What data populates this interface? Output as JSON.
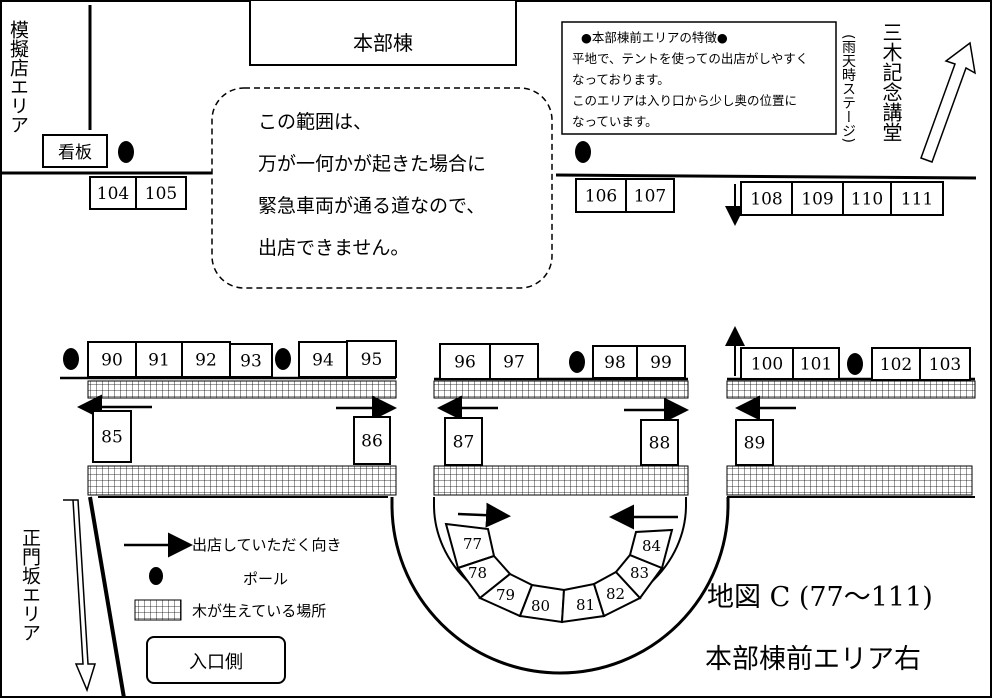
{
  "labels": {
    "hq_building": "本部棟",
    "west_area": "模擬店エリア",
    "signboard": "看板",
    "miki_hall": "三木記念講堂",
    "rain_stage": "(雨天時ステージ)",
    "main_gate_area": "正門坂エリア",
    "entrance": "入口側",
    "map_title": "地図 C (77～111)",
    "map_subtitle": "本部棟前エリア右"
  },
  "notice": {
    "lines": [
      "この範囲は、",
      "万が一何かが起きた場合に",
      "緊急車両が通る道なので、",
      "出店できません。"
    ]
  },
  "features": {
    "lines": [
      "●本部棟前エリアの特徴●",
      "平地で、テントを使っての出店がしやすく",
      "なっております。",
      "このエリアは入り口から少し奥の位置に",
      "なっています。"
    ]
  },
  "legend": {
    "direction": "出店していただく向き",
    "pole": "ポール",
    "trees": "木が生えている場所"
  },
  "stalls": [
    "77",
    "78",
    "79",
    "80",
    "81",
    "82",
    "83",
    "84",
    "85",
    "86",
    "87",
    "88",
    "89",
    "90",
    "91",
    "92",
    "93",
    "94",
    "95",
    "96",
    "97",
    "98",
    "99",
    "100",
    "101",
    "102",
    "103",
    "104",
    "105",
    "106",
    "107",
    "108",
    "109",
    "110",
    "111"
  ]
}
